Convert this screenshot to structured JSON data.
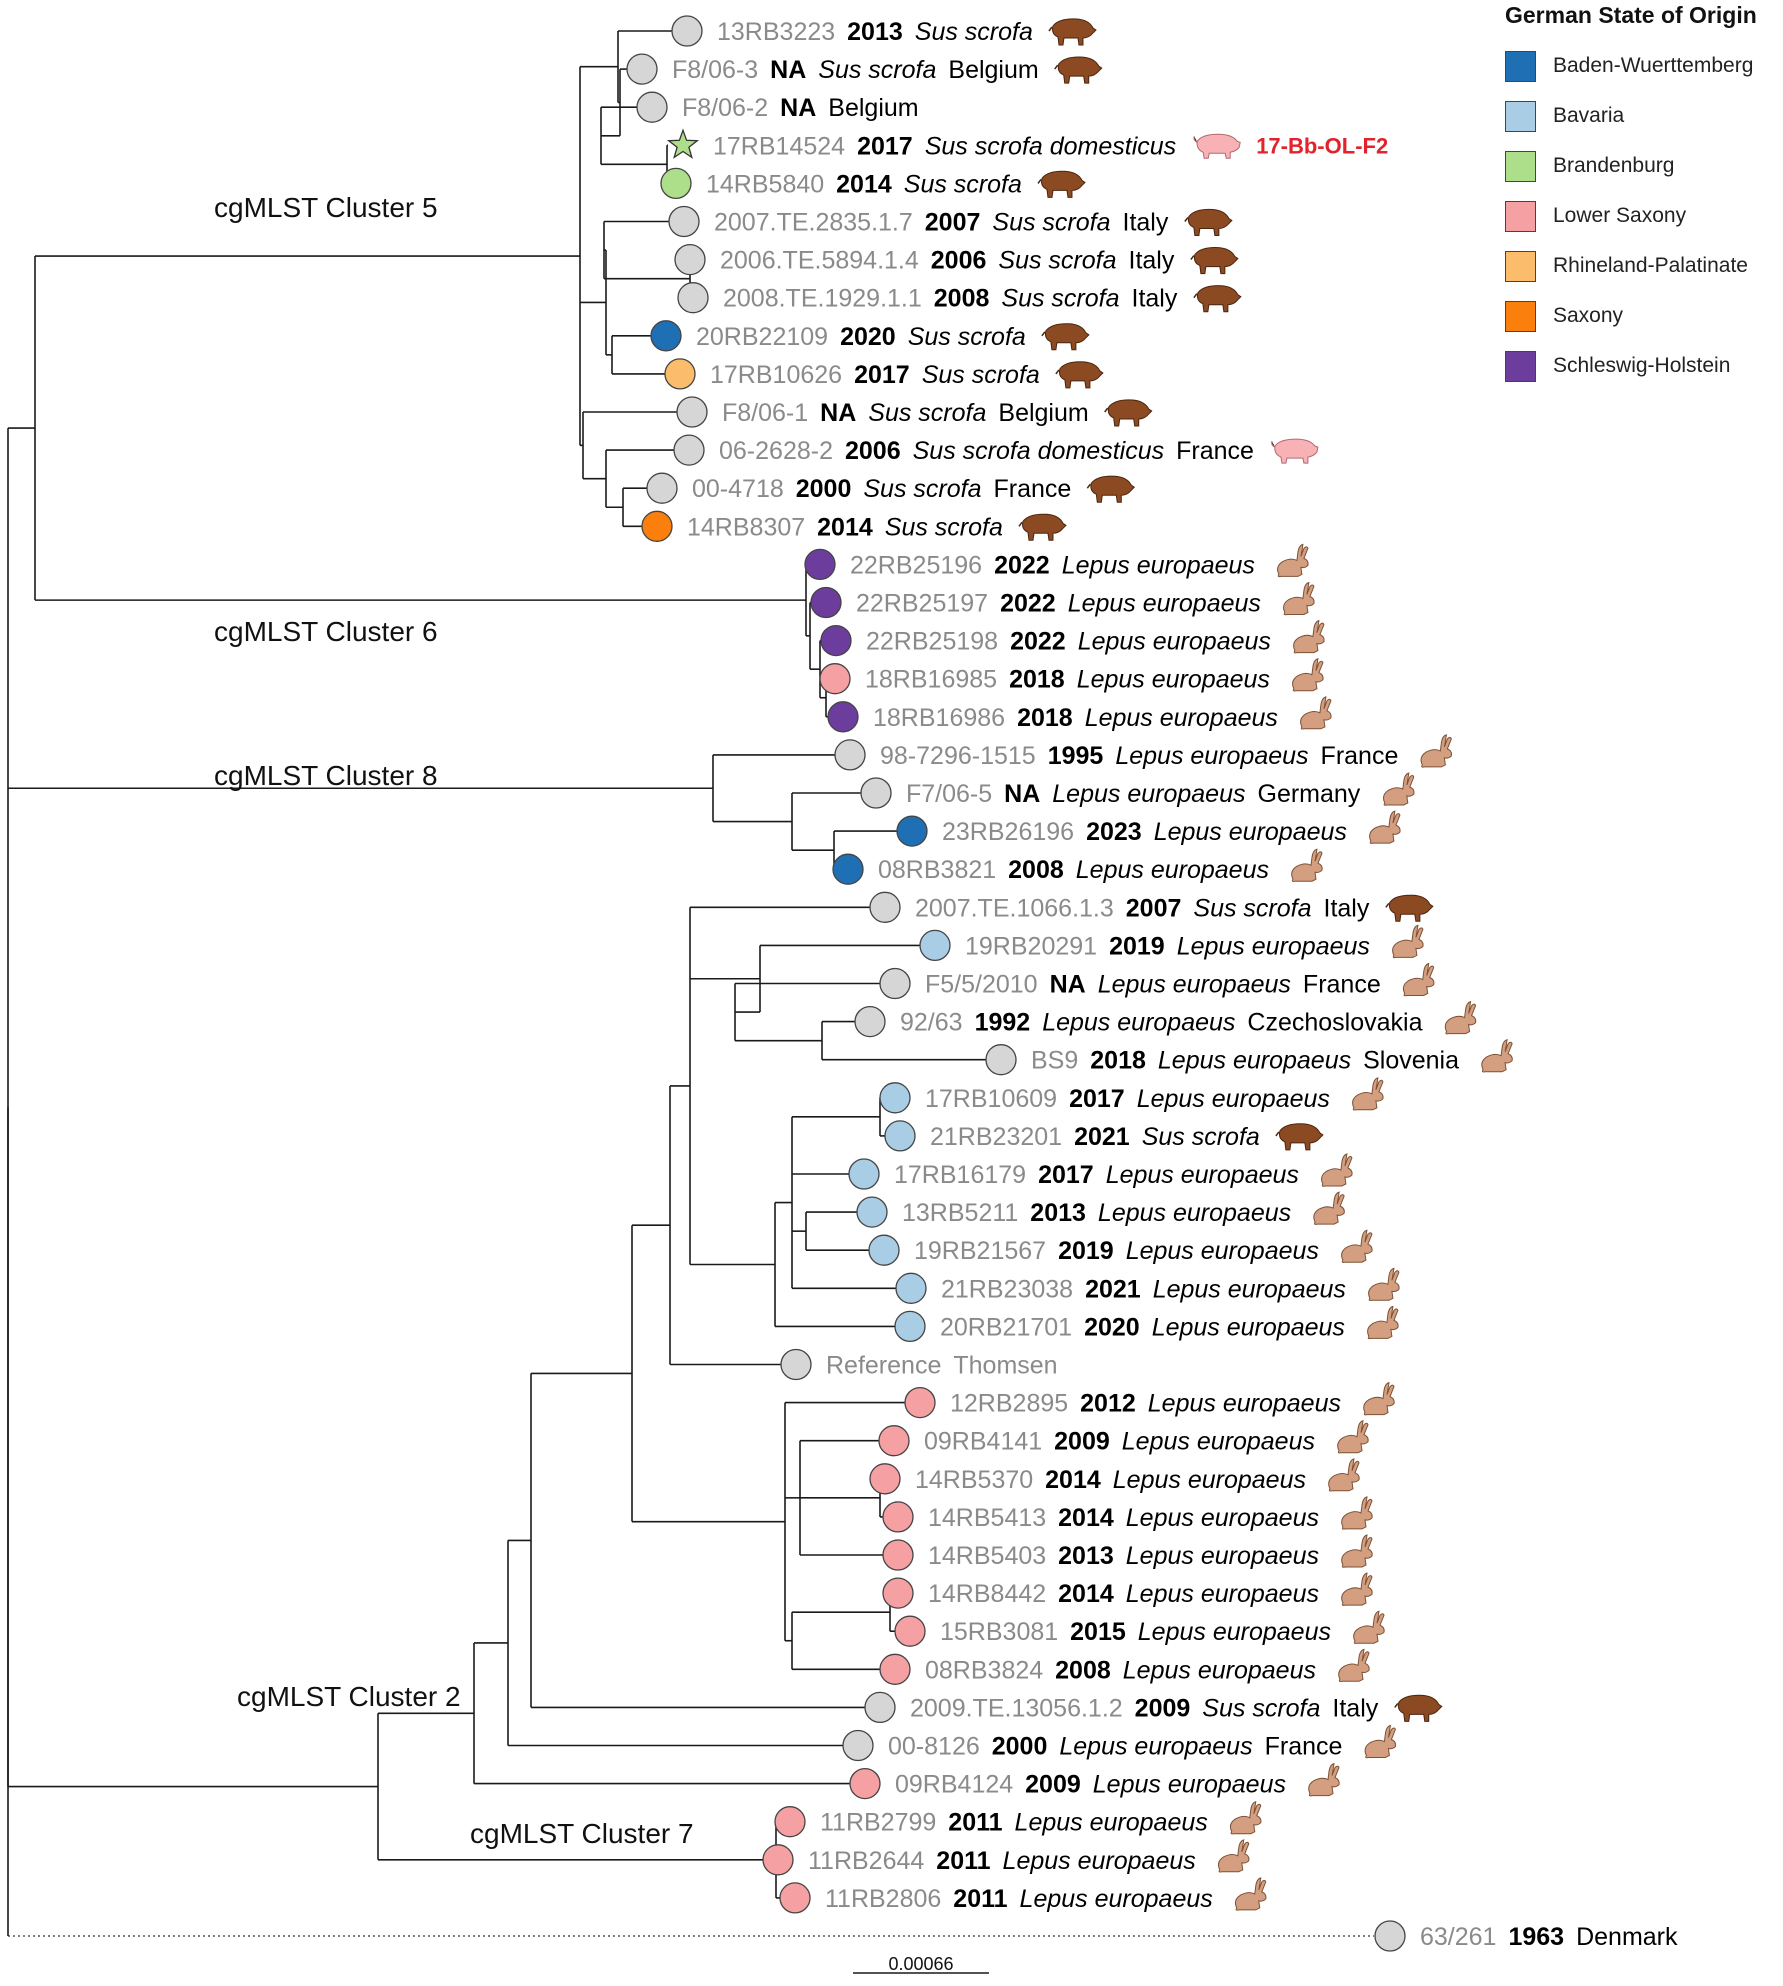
{
  "legend": {
    "title": "German State of Origin",
    "items": [
      {
        "key": "bw",
        "label": "Baden-Wuerttemberg",
        "color": "#1f6fb5"
      },
      {
        "key": "by",
        "label": "Bavaria",
        "color": "#a9cde4"
      },
      {
        "key": "bb",
        "label": "Brandenburg",
        "color": "#addf8b"
      },
      {
        "key": "ls",
        "label": "Lower Saxony",
        "color": "#f5a0a3"
      },
      {
        "key": "rp",
        "label": "Rhineland-Palatinate",
        "color": "#fbbd6c"
      },
      {
        "key": "sx",
        "label": "Saxony",
        "color": "#fb7f0c"
      },
      {
        "key": "sh",
        "label": "Schleswig-Holstein",
        "color": "#6c3d9d"
      }
    ]
  },
  "palette": {
    "grey": "#d6d6d6",
    "boar": "#8b4a22",
    "pig": "#f8b2b6",
    "hare": "#d39f80",
    "highlight": "#e3232b",
    "id_text": "#8a8a8a"
  },
  "clusters": [
    "cgMLST Cluster 5",
    "cgMLST Cluster 6",
    "cgMLST Cluster 8",
    "cgMLST Cluster 2",
    "cgMLST Cluster 7"
  ],
  "scale_bar_label": "0.00066",
  "tips": [
    {
      "id": "13RB3223",
      "year": "2013",
      "host": "Sus scrofa",
      "country": "",
      "state": "grey",
      "icon": "boar-icon"
    },
    {
      "id": "F8/06-3",
      "year": "NA",
      "host": "Sus scrofa",
      "country": "Belgium",
      "state": "grey",
      "icon": "boar-icon"
    },
    {
      "id": "F8/06-2",
      "year": "NA",
      "host": "",
      "country": "Belgium",
      "state": "grey",
      "icon": ""
    },
    {
      "id": "17RB14524",
      "year": "2017",
      "host": "Sus scrofa domesticus",
      "country": "",
      "state": "bb",
      "shape": "star",
      "icon": "pig-icon",
      "tag": "17-Bb-OL-F2"
    },
    {
      "id": "14RB5840",
      "year": "2014",
      "host": "Sus scrofa",
      "country": "",
      "state": "bb",
      "icon": "boar-icon"
    },
    {
      "id": "2007.TE.2835.1.7",
      "year": "2007",
      "host": "Sus scrofa",
      "country": "Italy",
      "state": "grey",
      "icon": "boar-icon"
    },
    {
      "id": "2006.TE.5894.1.4",
      "year": "2006",
      "host": "Sus scrofa",
      "country": "Italy",
      "state": "grey",
      "icon": "boar-icon"
    },
    {
      "id": "2008.TE.1929.1.1",
      "year": "2008",
      "host": "Sus scrofa",
      "country": "Italy",
      "state": "grey",
      "icon": "boar-icon"
    },
    {
      "id": "20RB22109",
      "year": "2020",
      "host": "Sus scrofa",
      "country": "",
      "state": "bw",
      "icon": "boar-icon"
    },
    {
      "id": "17RB10626",
      "year": "2017",
      "host": "Sus scrofa",
      "country": "",
      "state": "rp",
      "icon": "boar-icon"
    },
    {
      "id": "F8/06-1",
      "year": "NA",
      "host": "Sus scrofa",
      "country": "Belgium",
      "state": "grey",
      "icon": "boar-icon"
    },
    {
      "id": "06-2628-2",
      "year": "2006",
      "host": "Sus scrofa domesticus",
      "country": "France",
      "state": "grey",
      "icon": "pig-icon"
    },
    {
      "id": "00-4718",
      "year": "2000",
      "host": "Sus scrofa",
      "country": "France",
      "state": "grey",
      "icon": "boar-icon"
    },
    {
      "id": "14RB8307",
      "year": "2014",
      "host": "Sus scrofa",
      "country": "",
      "state": "sx",
      "icon": "boar-icon"
    },
    {
      "id": "22RB25196",
      "year": "2022",
      "host": "Lepus europaeus",
      "country": "",
      "state": "sh",
      "icon": "hare-icon"
    },
    {
      "id": "22RB25197",
      "year": "2022",
      "host": "Lepus europaeus",
      "country": "",
      "state": "sh",
      "icon": "hare-icon"
    },
    {
      "id": "22RB25198",
      "year": "2022",
      "host": "Lepus europaeus",
      "country": "",
      "state": "sh",
      "icon": "hare-icon"
    },
    {
      "id": "18RB16985",
      "year": "2018",
      "host": "Lepus europaeus",
      "country": "",
      "state": "ls",
      "icon": "hare-icon"
    },
    {
      "id": "18RB16986",
      "year": "2018",
      "host": "Lepus europaeus",
      "country": "",
      "state": "sh",
      "icon": "hare-icon"
    },
    {
      "id": "98-7296-1515",
      "year": "1995",
      "host": "Lepus europaeus",
      "country": "France",
      "state": "grey",
      "icon": "hare-icon"
    },
    {
      "id": "F7/06-5",
      "year": "NA",
      "host": "Lepus europaeus",
      "country": "Germany",
      "state": "grey",
      "icon": "hare-icon"
    },
    {
      "id": "23RB26196",
      "year": "2023",
      "host": "Lepus europaeus",
      "country": "",
      "state": "bw",
      "icon": "hare-icon"
    },
    {
      "id": "08RB3821",
      "year": "2008",
      "host": "Lepus europaeus",
      "country": "",
      "state": "bw",
      "icon": "hare-icon"
    },
    {
      "id": "2007.TE.1066.1.3",
      "year": "2007",
      "host": "Sus scrofa",
      "country": "Italy",
      "state": "grey",
      "icon": "boar-icon"
    },
    {
      "id": "19RB20291",
      "year": "2019",
      "host": "Lepus europaeus",
      "country": "",
      "state": "by",
      "icon": "hare-icon"
    },
    {
      "id": "F5/5/2010",
      "year": "NA",
      "host": "Lepus europaeus",
      "country": "France",
      "state": "grey",
      "icon": "hare-icon"
    },
    {
      "id": "92/63",
      "year": "1992",
      "host": "Lepus europaeus",
      "country": "Czechoslovakia",
      "state": "grey",
      "icon": "hare-icon"
    },
    {
      "id": "BS9",
      "year": "2018",
      "host": "Lepus europaeus",
      "country": "Slovenia",
      "state": "grey",
      "icon": "hare-icon"
    },
    {
      "id": "17RB10609",
      "year": "2017",
      "host": "Lepus europaeus",
      "country": "",
      "state": "by",
      "icon": "hare-icon"
    },
    {
      "id": "21RB23201",
      "year": "2021",
      "host": "Sus scrofa",
      "country": "",
      "state": "by",
      "icon": "boar-icon"
    },
    {
      "id": "17RB16179",
      "year": "2017",
      "host": "Lepus europaeus",
      "country": "",
      "state": "by",
      "icon": "hare-icon"
    },
    {
      "id": "13RB5211",
      "year": "2013",
      "host": "Lepus europaeus",
      "country": "",
      "state": "by",
      "icon": "hare-icon"
    },
    {
      "id": "19RB21567",
      "year": "2019",
      "host": "Lepus europaeus",
      "country": "",
      "state": "by",
      "icon": "hare-icon"
    },
    {
      "id": "21RB23038",
      "year": "2021",
      "host": "Lepus europaeus",
      "country": "",
      "state": "by",
      "icon": "hare-icon"
    },
    {
      "id": "20RB21701",
      "year": "2020",
      "host": "Lepus europaeus",
      "country": "",
      "state": "by",
      "icon": "hare-icon"
    },
    {
      "id": "Reference",
      "year": "",
      "host": "",
      "country": "",
      "extra": "Thomsen",
      "state": "grey",
      "icon": ""
    },
    {
      "id": "12RB2895",
      "year": "2012",
      "host": "Lepus europaeus",
      "country": "",
      "state": "ls",
      "icon": "hare-icon"
    },
    {
      "id": "09RB4141",
      "year": "2009",
      "host": "Lepus europaeus",
      "country": "",
      "state": "ls",
      "icon": "hare-icon"
    },
    {
      "id": "14RB5370",
      "year": "2014",
      "host": "Lepus europaeus",
      "country": "",
      "state": "ls",
      "icon": "hare-icon"
    },
    {
      "id": "14RB5413",
      "year": "2014",
      "host": "Lepus europaeus",
      "country": "",
      "state": "ls",
      "icon": "hare-icon"
    },
    {
      "id": "14RB5403",
      "year": "2013",
      "host": "Lepus europaeus",
      "country": "",
      "state": "ls",
      "icon": "hare-icon"
    },
    {
      "id": "14RB8442",
      "year": "2014",
      "host": "Lepus europaeus",
      "country": "",
      "state": "ls",
      "icon": "hare-icon"
    },
    {
      "id": "15RB3081",
      "year": "2015",
      "host": "Lepus europaeus",
      "country": "",
      "state": "ls",
      "icon": "hare-icon"
    },
    {
      "id": "08RB3824",
      "year": "2008",
      "host": "Lepus europaeus",
      "country": "",
      "state": "ls",
      "icon": "hare-icon"
    },
    {
      "id": "2009.TE.13056.1.2",
      "year": "2009",
      "host": "Sus scrofa",
      "country": "Italy",
      "state": "grey",
      "icon": "boar-icon"
    },
    {
      "id": "00-8126",
      "year": "2000",
      "host": "Lepus europaeus",
      "country": "France",
      "state": "grey",
      "icon": "hare-icon"
    },
    {
      "id": "09RB4124",
      "year": "2009",
      "host": "Lepus europaeus",
      "country": "",
      "state": "ls",
      "icon": "hare-icon"
    },
    {
      "id": "11RB2799",
      "year": "2011",
      "host": "Lepus europaeus",
      "country": "",
      "state": "ls",
      "icon": "hare-icon"
    },
    {
      "id": "11RB2644",
      "year": "2011",
      "host": "Lepus europaeus",
      "country": "",
      "state": "ls",
      "icon": "hare-icon"
    },
    {
      "id": "11RB2806",
      "year": "2011",
      "host": "Lepus europaeus",
      "country": "",
      "state": "ls",
      "icon": "hare-icon"
    },
    {
      "id": "63/261",
      "year": "1963",
      "host": "",
      "country": "Denmark",
      "state": "grey",
      "icon": ""
    }
  ]
}
